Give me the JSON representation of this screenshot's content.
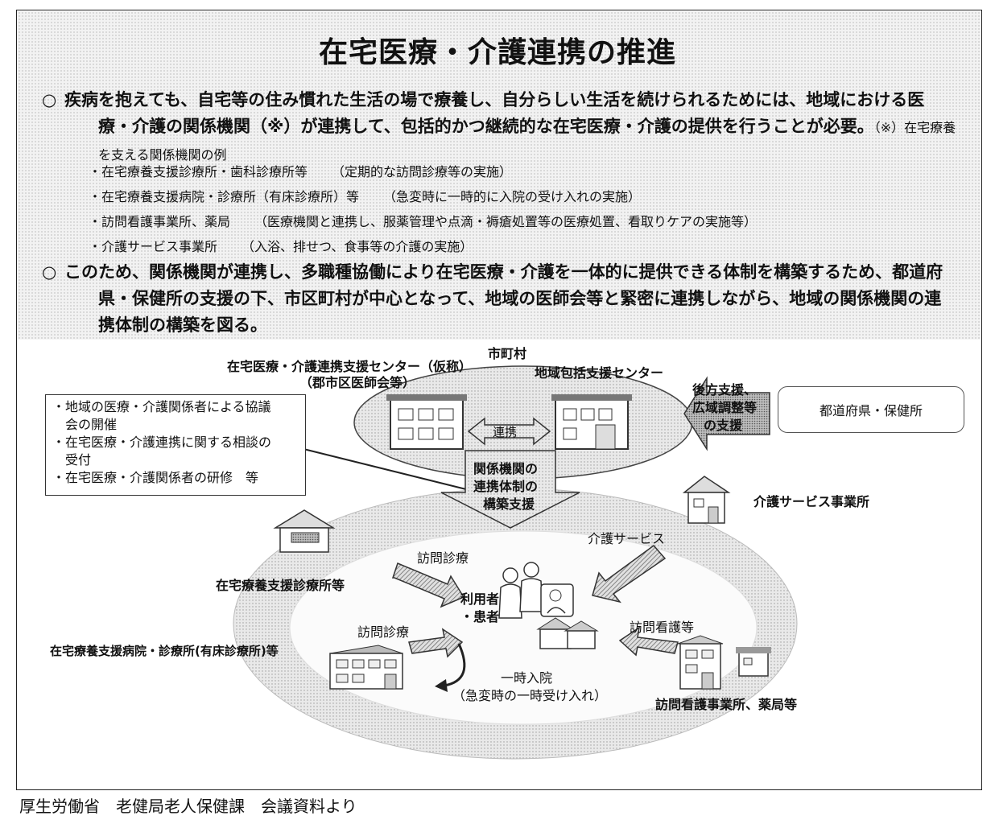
{
  "title": "在宅医療・介護連携の推進",
  "bullet_mark": "○",
  "para1": {
    "text": "疾病を抱えても、自宅等の住み慣れた生活の場で療養し、自分らしい生活を続けられるためには、地域における医療・介護の関係機関（※）が連携して、包括的かつ継続的な在宅医療・介護の提供を行うことが必要。",
    "example_note": "（※）在宅療養を支える関係機関の例"
  },
  "institutions": [
    {
      "name": "・在宅療養支援診療所・歯科診療所等",
      "role": "（定期的な訪問診療等の実施）"
    },
    {
      "name": "・在宅療養支援病院・診療所（有床診療所）等",
      "role": "（急変時に一時的に入院の受け入れの実施）"
    },
    {
      "name": "・訪問看護事業所、薬局",
      "role": "（医療機関と連携し、服薬管理や点滴・褥瘡処置等の医療処置、看取りケアの実施等）"
    },
    {
      "name": "・介護サービス事業所",
      "role": "（入浴、排せつ、食事等の介護の実施）"
    }
  ],
  "para2": {
    "text": "このため、関係機関が連携し、多職種協働により在宅医療・介護を一体的に提供できる体制を構築するため、都道府県・保健所の支援の下、市区町村が中心となって、地域の医師会等と緊密に連携しながら、地域の関係機関の連携体制の構築を図る。"
  },
  "diagram": {
    "municipality": "市町村",
    "center": {
      "line1": "在宅医療・介護連携支援センター（仮称）",
      "line2": "（郡市区医師会等）"
    },
    "regional_center": "地域包括支援センター",
    "link_label": "連携",
    "backup_support": [
      "後方支援、",
      "広域調整等",
      "の支援"
    ],
    "prefecture": "都道府県・保健所",
    "center_tasks": [
      "・地域の医療・介護関係者による協議",
      "　会の開催",
      "・在宅医療・介護連携に関する相談の",
      "　受付",
      "・在宅医療・介護関係者の研修　等"
    ],
    "build_support": [
      "関係機関の",
      "連携体制の",
      "構築支援"
    ],
    "care_office": "介護サービス事業所",
    "care_service": "介護サービス",
    "visit_care1": "訪問診療",
    "clinic": "在宅療養支援診療所等",
    "patient": [
      "利用者",
      "・患者"
    ],
    "visit_care2": "訪問診療",
    "hospital": "在宅療養支援病院・診療所(有床診療所)等",
    "visit_nursing": "訪問看護等",
    "temp_admission": [
      "一時入院",
      "（急変時の一時受け入れ）"
    ],
    "nursing_office": "訪問看護事業所、薬局等"
  },
  "footer": "厚生労働省　老健局老人保健課　会議資料より"
}
